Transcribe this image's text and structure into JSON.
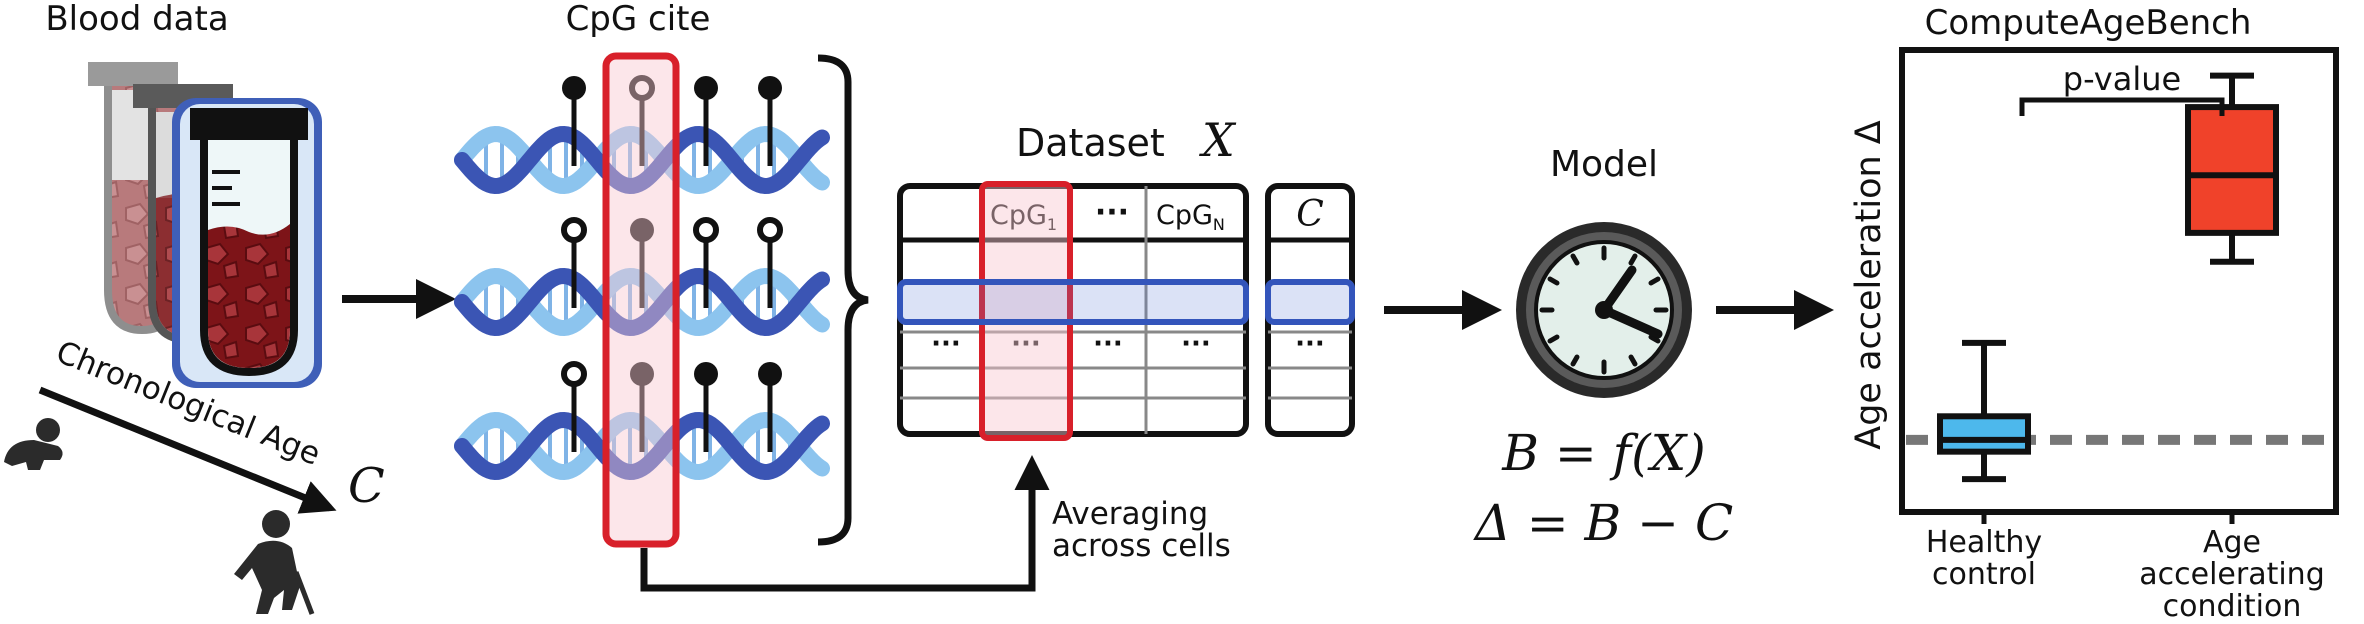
{
  "labels": {
    "blood_data": "Blood data",
    "cpg_cite": "CpG cite",
    "dataset_word": "Dataset",
    "dataset_symbol": "X",
    "model": "Model",
    "chronological_age": "Chronological Age",
    "chronological_symbol": "C",
    "averaging_line1": "Averaging",
    "averaging_line2": "across cells",
    "eq1": "B = f(X)",
    "eq2": "Δ = B − C",
    "bench_title": "ComputeAgeBench"
  },
  "table": {
    "col1": "CpG",
    "col1_sub": "1",
    "dots": "···",
    "colN": "CpG",
    "colN_sub": "N",
    "c_header": "C"
  },
  "chart_data": {
    "type": "box",
    "title": "ComputeAgeBench",
    "ylabel": "Age acceleration Δ",
    "annotation": "p-value",
    "categories": [
      "Healthy control",
      "Age accelerating condition"
    ],
    "category_lines": [
      [
        "Healthy",
        "control"
      ],
      [
        "Age",
        "accelerating",
        "condition"
      ]
    ],
    "colors": [
      "#4db8ec",
      "#f0422a"
    ],
    "baseline_dashed": true,
    "boxes": [
      {
        "whisker_low": 0.12,
        "q1": 0.33,
        "median": 0.42,
        "q3": 0.6,
        "whisker_high": 1.16
      },
      {
        "whisker_low": 1.78,
        "q1": 2.0,
        "median": 2.44,
        "q3": 2.96,
        "whisker_high": 3.2
      }
    ],
    "baseline": 0.42,
    "ylim": [
      -0.1,
      3.35
    ]
  }
}
